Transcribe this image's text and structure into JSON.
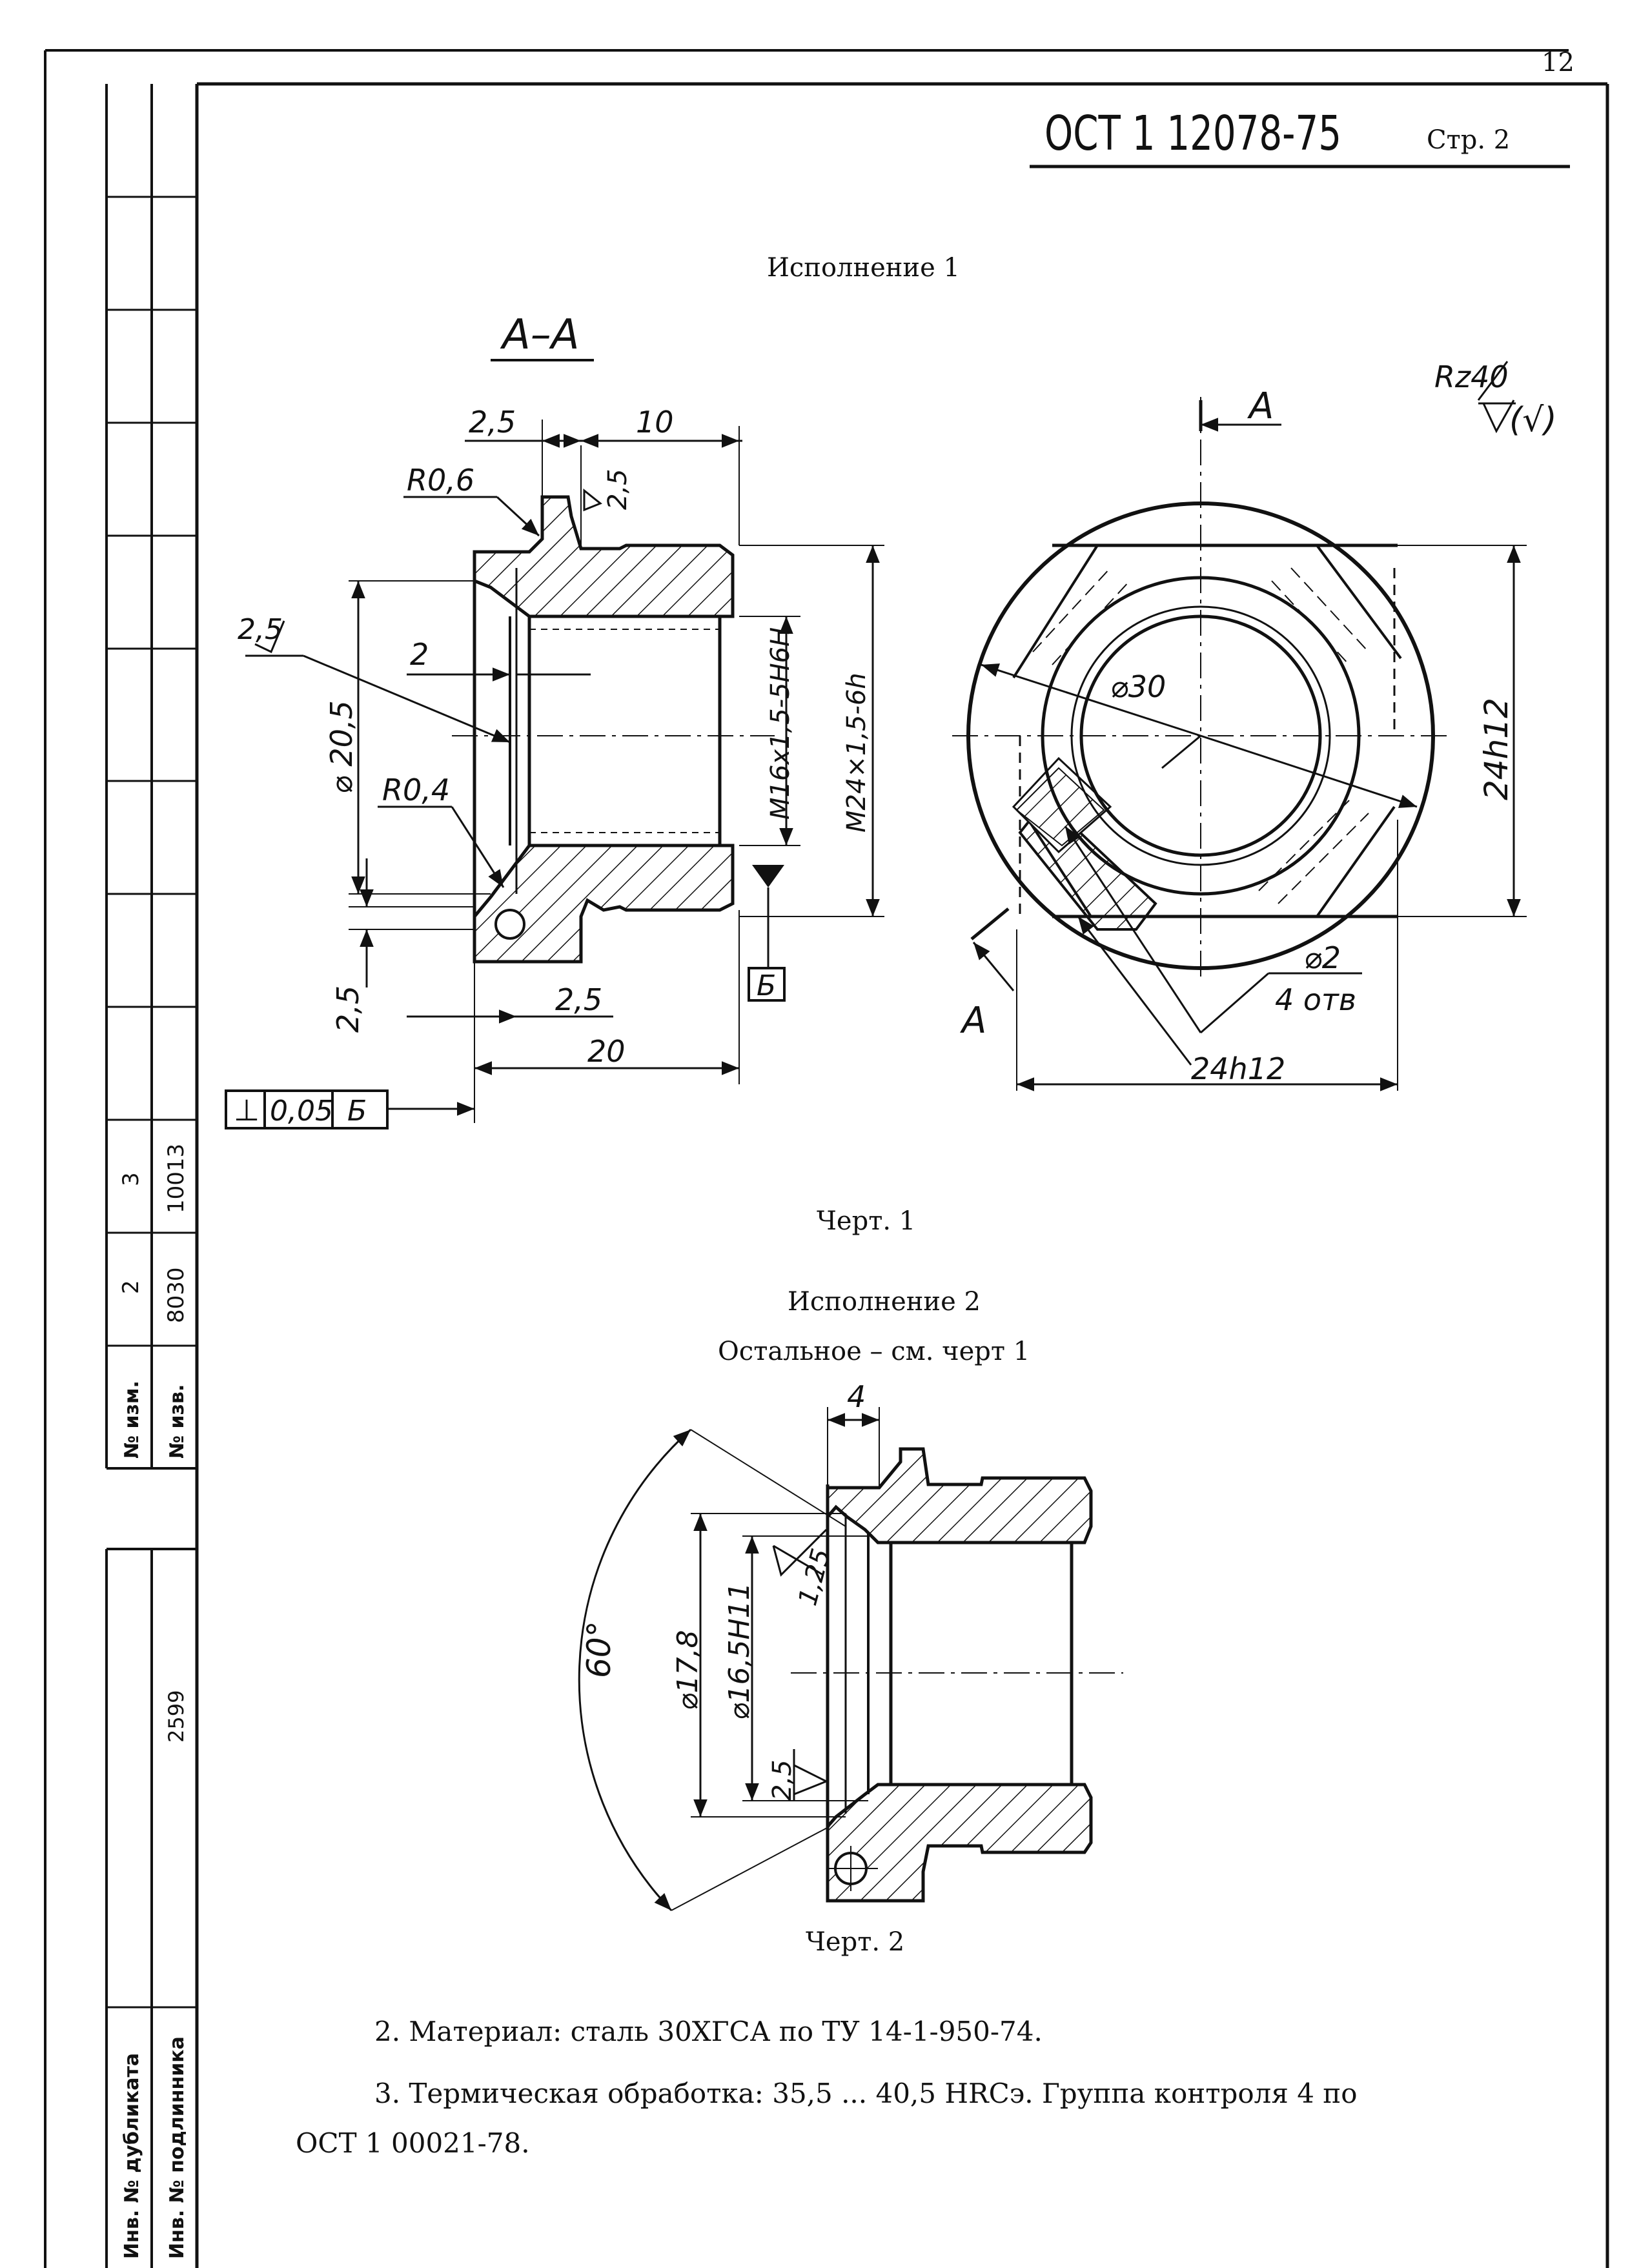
{
  "page_number": "12",
  "header": {
    "doc_code": "ОСТ 1 12078-75",
    "page_label": "Стр. 2"
  },
  "sidebar": {
    "col_headers": [
      "№ изм.",
      "№ изв."
    ],
    "rev_row_2": [
      "2",
      "8030"
    ],
    "rev_row_3": [
      "3",
      "10013"
    ],
    "number_2599": "2599",
    "dup_label": "Инв. № дубликата",
    "orig_label": "Инв. № подлинника"
  },
  "fig1": {
    "variant_title": "Исполнение 1",
    "section_label": "А–А",
    "dims": {
      "d2_5_top": "2,5",
      "d10": "10",
      "r06": "R0,6",
      "d2_5_chamfer": "2,5",
      "rough_2_5": "2,5",
      "d2": "2",
      "phi20_5": "⌀ 20,5",
      "r04": "R0,4",
      "d2_5_left": "2,5",
      "d2_5_bottom": "2,5",
      "d20": "20",
      "m16": "M16x1,5-5H6H",
      "m24": "M24×1,5-6h",
      "datum": "Б",
      "tol_sym": "⊥",
      "tol_val": "0,05",
      "tol_datum": "Б"
    },
    "view": {
      "cut_a_top": "А",
      "cut_a_bottom": "А",
      "rz": "Rz40",
      "rz_paren": "(√)",
      "phi30": "⌀30",
      "d24h12_v": "24h12",
      "phi2": "⌀2",
      "holes": "4 отв",
      "d24h12_h": "24h12"
    },
    "caption": "Черт. 1"
  },
  "fig2": {
    "variant_title": "Исполнение 2",
    "note": "Остальное – см. черт 1",
    "dims": {
      "d4": "4",
      "angle": "60°",
      "phi17_8": "⌀17,8",
      "phi16_5": "⌀16,5H11",
      "rough_1_25": "1,25",
      "rough_2_5": "2,5"
    },
    "caption": "Черт. 2"
  },
  "notes": {
    "n2": "2. Материал: сталь 30ХГСА по ТУ 14-1-950-74.",
    "n3_a": "3. Термическая обработка: 35,5 ... 40,5 HRCэ. Группа контроля 4 по",
    "n3_b": "ОСТ 1 00021-78."
  }
}
